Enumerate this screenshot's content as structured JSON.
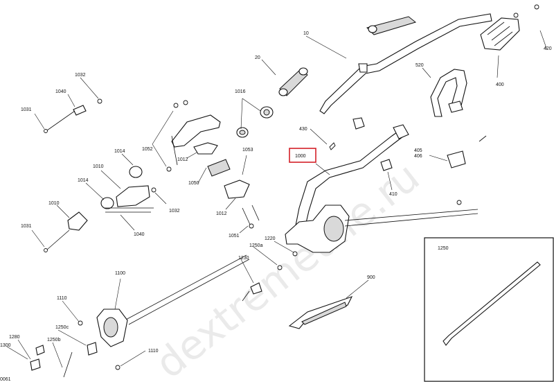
{
  "watermark": "dextremeuile.ru",
  "corner_text": "0061",
  "inset_label": "1250",
  "labels": {
    "l10": "10",
    "l20": "20",
    "l1016": "1016",
    "l520": "520",
    "l420": "420",
    "l400": "400",
    "l430": "430",
    "l1000": "1000",
    "l405": "405",
    "l406": "406",
    "l410": "410",
    "l1032a": "1032",
    "l1040a": "1040",
    "l1031a": "1031",
    "l1052": "1052",
    "l1012a": "1012",
    "l1053": "1053",
    "l1014a": "1014",
    "l1010a": "1010",
    "l1014b": "1014",
    "l1050": "1050",
    "l1032b": "1032",
    "l1010b": "1010",
    "l1012b": "1012",
    "l1031b": "1031",
    "l1040b": "1040",
    "l1051": "1051",
    "l1220": "1220",
    "l1250a": "1250a",
    "l1230": "1230",
    "l900": "900",
    "l1100": "1100",
    "l1110a": "1110",
    "l1250c": "1250c",
    "l1280": "1280",
    "l1250b": "1250b",
    "l1300": "1300",
    "l1110b": "1110"
  }
}
